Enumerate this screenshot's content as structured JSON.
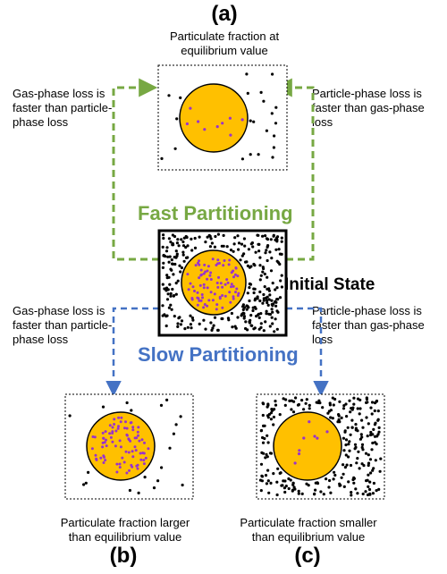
{
  "panels": {
    "a": "(a)",
    "b": "(b)",
    "c": "(c)"
  },
  "captions": {
    "a": "Particulate fraction at\nequilibrium value",
    "b": "Particulate fraction larger\nthan equilibrium value",
    "c": "Particulate fraction smaller\nthan equilibrium value"
  },
  "side_labels": {
    "top_left": "Gas-phase loss is\nfaster than particle-\nphase loss",
    "top_right": "Particle-phase loss is\nfaster than gas-phase\nloss",
    "mid_left": "Gas-phase loss is\nfaster than particle-\nphase loss",
    "mid_right": "Particle-phase loss is\nfaster than gas-phase\nloss"
  },
  "headings": {
    "fast": "Fast Partitioning",
    "slow": "Slow Partitioning",
    "initial": "Initial State"
  },
  "colors": {
    "fast": "#77a843",
    "slow": "#4472c4",
    "particle": "#ffc000",
    "molecule_in_particle": "#9932cc",
    "gas_molecule": "#000000"
  }
}
